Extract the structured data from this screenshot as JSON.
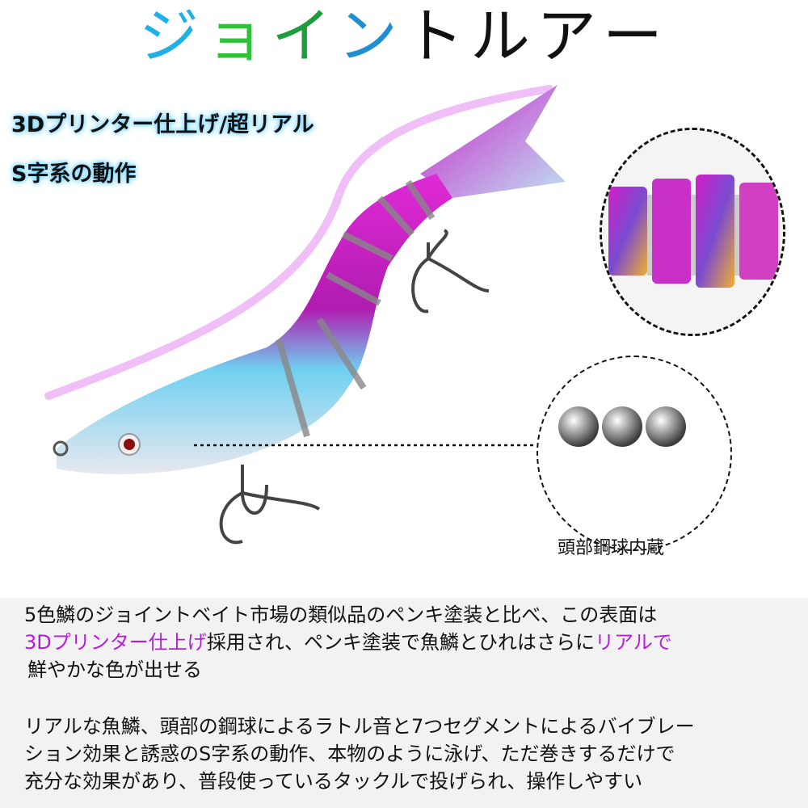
{
  "title": "ジョイントルアー",
  "title_colors": [
    "#1fb0e8",
    "#33c833",
    "#1fa23e",
    "#1f8fd0",
    "#111111",
    "#111111",
    "#111111",
    "#111111"
  ],
  "features": [
    "3Dプリンター仕上げ/超リアル",
    "S字系の動作"
  ],
  "ball_caption": "頭部鋼球内蔵",
  "description": {
    "p1_line1": "5色鱗のジョイントベイト市場の類似品のペンキ塗装と比べ、この表面は",
    "p1_hl1": "3Dプリンター仕上げ",
    "p1_mid": "採用され、ペンキ塗装で魚鱗とひれはさらに",
    "p1_hl2": "リアルで",
    "p1_line3": "鮮やかな色が出せる",
    "p2_line1": "リアルな魚鱗、頭部の鋼球によるラトル音と7つセグメントによるバイブレー",
    "p2_line2": "ション効果と誘惑のS字系の動作、本物のように泳げ、ただ巻きするだけで",
    "p2_line3": "充分な効果があり、普段使っているタックルで投げられ、操作しやすい"
  },
  "colors": {
    "highlight": "#b51ddb",
    "lure_pink": "#d21ec8",
    "lure_blue": "#5fc8e8",
    "glow": "#7fd7ff"
  }
}
